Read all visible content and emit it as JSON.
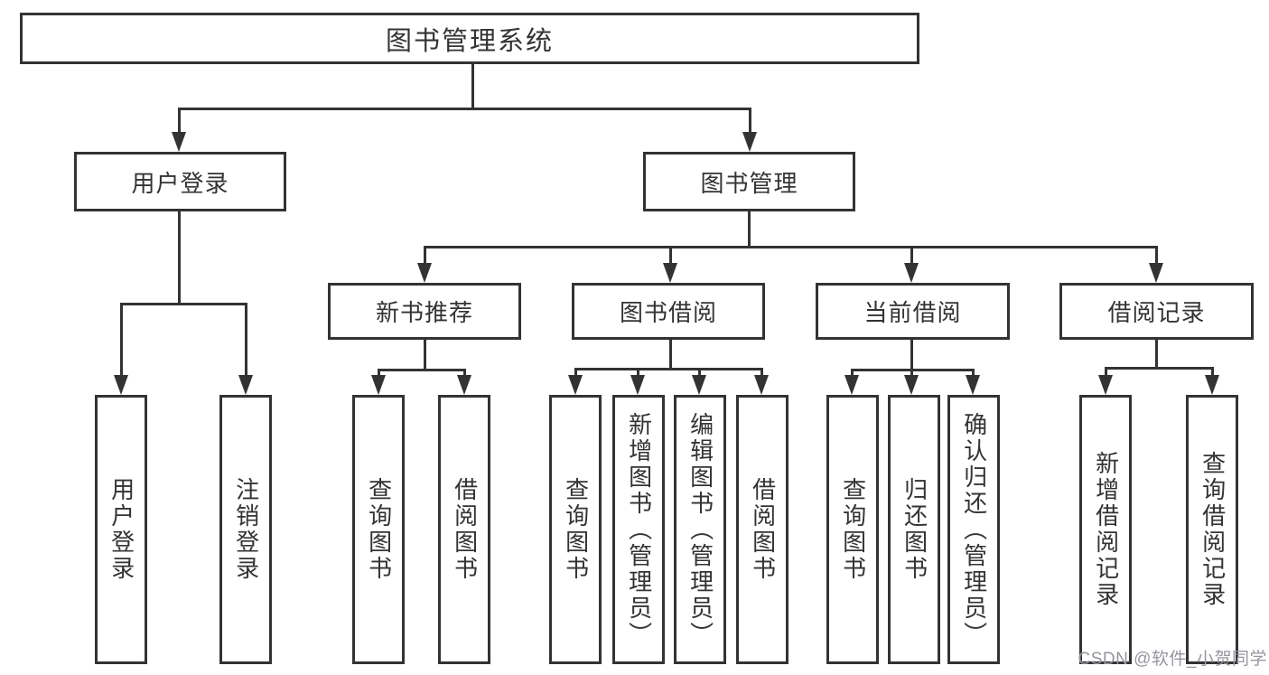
{
  "diagram_title": "图书管理系统",
  "colors": {
    "line": "#333333",
    "box_border": "#333333",
    "box_background": "#ffffff",
    "text": "#333333",
    "watermark": "#96969e",
    "page_background": "#ffffff"
  },
  "root": {
    "label": "图书管理系统"
  },
  "level2": [
    {
      "label": "用户登录"
    },
    {
      "label": "图书管理"
    }
  ],
  "level3": [
    {
      "label": "新书推荐",
      "parent": "图书管理"
    },
    {
      "label": "图书借阅",
      "parent": "图书管理"
    },
    {
      "label": "当前借阅",
      "parent": "图书管理"
    },
    {
      "label": "借阅记录",
      "parent": "图书管理"
    }
  ],
  "leaves": [
    {
      "label": "用户登录",
      "parent": "用户登录"
    },
    {
      "label": "注销登录",
      "parent": "用户登录"
    },
    {
      "label": "查询图书",
      "parent": "新书推荐"
    },
    {
      "label": "借阅图书",
      "parent": "新书推荐"
    },
    {
      "label": "查询图书",
      "parent": "图书借阅"
    },
    {
      "label": "新增图书（管理员）",
      "parent": "图书借阅"
    },
    {
      "label": "编辑图书（管理员）",
      "parent": "图书借阅"
    },
    {
      "label": "借阅图书",
      "parent": "图书借阅"
    },
    {
      "label": "查询图书",
      "parent": "当前借阅"
    },
    {
      "label": "归还图书",
      "parent": "当前借阅"
    },
    {
      "label": "确认归还（管理员）",
      "parent": "当前借阅"
    },
    {
      "label": "新增借阅记录",
      "parent": "借阅记录"
    },
    {
      "label": "查询借阅记录",
      "parent": "借阅记录"
    }
  ],
  "watermark": {
    "text": "CSDN @软件_小贺同学"
  }
}
